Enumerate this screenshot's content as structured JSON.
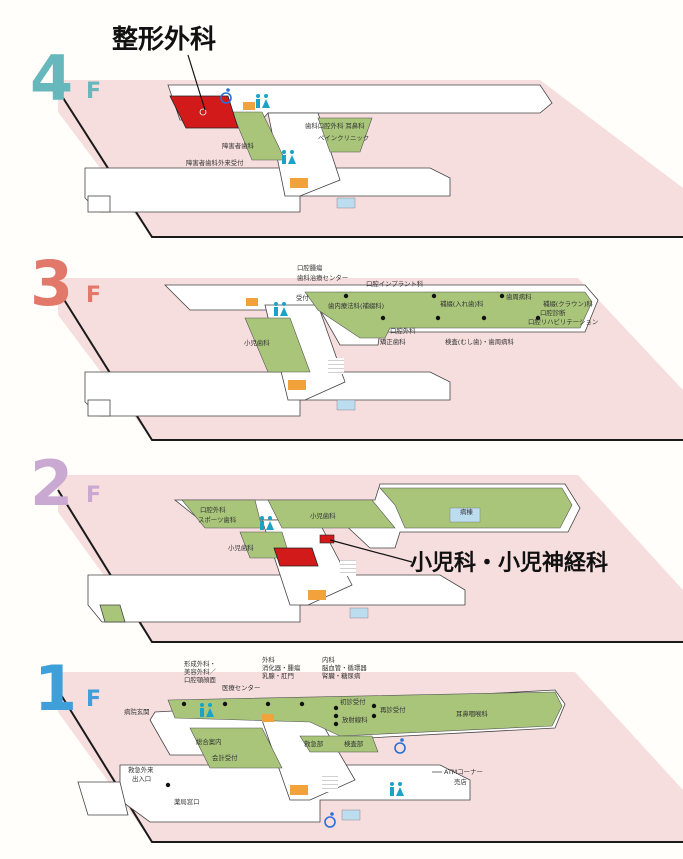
{
  "colors": {
    "slab": "#f7dede",
    "slab_edge": "#1a1a1a",
    "dept_green": "#a8c57a",
    "highlight_red": "#d31a1a",
    "corridor": "#ffffff",
    "water_blue": "#bcdcf0",
    "stairs_orange": "#f2a23b",
    "restroom_teal": "#1aa3c7",
    "accessible_blue": "#2b6fd6",
    "floor4": "#67b8bd",
    "floor3": "#e2786a",
    "floor2": "#c9a8d1",
    "floor1": "#3f9fd8"
  },
  "floors": [
    {
      "id": "4f",
      "number": "4",
      "unit": "F",
      "callout": "整形外科",
      "labels": [
        "歯科口腔外科  耳鼻科",
        "ペインクリニック",
        "障害者歯科",
        "障害者歯科外来受付"
      ]
    },
    {
      "id": "3f",
      "number": "3",
      "unit": "F",
      "labels": [
        "口腔腫瘍",
        "歯科治療センター",
        "口腔インプラント科",
        "歯周病科",
        "歯内療法科(補綴科)",
        "補綴(クラウン)科",
        "口腔外科",
        "矯正歯科",
        "小児歯科",
        "口腔リハビリテーション",
        "検査(むし歯)・歯周病科",
        "補綴(入れ歯)科",
        "口腔診断",
        "受付"
      ]
    },
    {
      "id": "2f",
      "number": "2",
      "unit": "F",
      "callout": "小児科・小児神経科",
      "labels": [
        "口腔外科",
        "スポーツ歯科",
        "小児歯科",
        "小児歯科",
        "病棟"
      ]
    },
    {
      "id": "1f",
      "number": "1",
      "unit": "F",
      "labels": [
        "形成外科・",
        "美容外科／",
        "口腔顎顔面",
        "医療センター",
        "外科",
        "消化器・腫瘍",
        "乳腺・肛門",
        "内科",
        "脳血管・循環器",
        "腎臓・糖尿病",
        "耳鼻咽喉科",
        "病院玄関",
        "救急外来",
        "出入口",
        "総合案内",
        "会計受付",
        "初診受付",
        "再診受付",
        "ATMコーナー",
        "売店",
        "薬局窓口",
        "放射線科",
        "救急部",
        "検査部"
      ]
    }
  ]
}
